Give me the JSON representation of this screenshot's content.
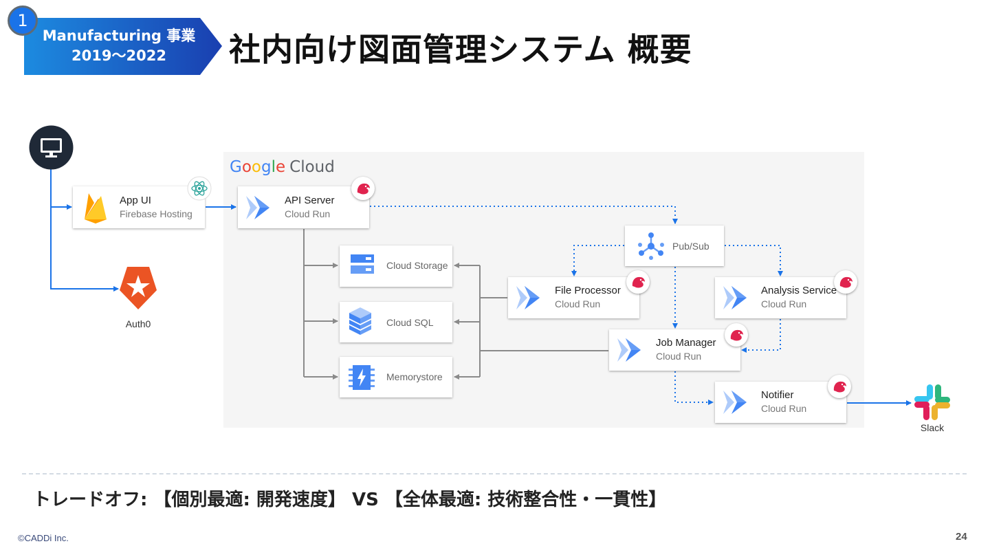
{
  "header": {
    "badge_number": "1",
    "banner_line1": "Manufacturing 事業",
    "banner_line2": "2019～2022",
    "title": "社内向け図面管理システム 概要"
  },
  "diagram": {
    "gcp_label_google": [
      "G",
      "o",
      "o",
      "g",
      "l",
      "e"
    ],
    "gcp_label_cloud": "Cloud",
    "services": {
      "app_ui": {
        "name": "App UI",
        "sub": "Firebase Hosting"
      },
      "api_server": {
        "name": "API Server",
        "sub": "Cloud Run"
      },
      "file_processor": {
        "name": "File Processor",
        "sub": "Cloud Run"
      },
      "analysis_service": {
        "name": "Analysis Service",
        "sub": "Cloud Run"
      },
      "job_manager": {
        "name": "Job Manager",
        "sub": "Cloud Run"
      },
      "notifier": {
        "name": "Notifier",
        "sub": "Cloud Run"
      }
    },
    "stores": {
      "cloud_storage": "Cloud Storage",
      "cloud_sql": "Cloud SQL",
      "memorystore": "Memorystore",
      "pubsub": "Pub/Sub"
    },
    "external": {
      "auth0": "Auth0",
      "slack": "Slack"
    }
  },
  "tradeoff": "トレードオフ: 【個別最適: 開発速度】 VS 【全体最適: 技術整合性・一貫性】",
  "footer": {
    "copyright": "©CADDi Inc.",
    "page_number": "24"
  },
  "colors": {
    "accent_blue": "#1a73e8",
    "connector_gray": "#8a8a8a",
    "nest_red": "#e0234e",
    "auth0_orange": "#eb5424"
  }
}
